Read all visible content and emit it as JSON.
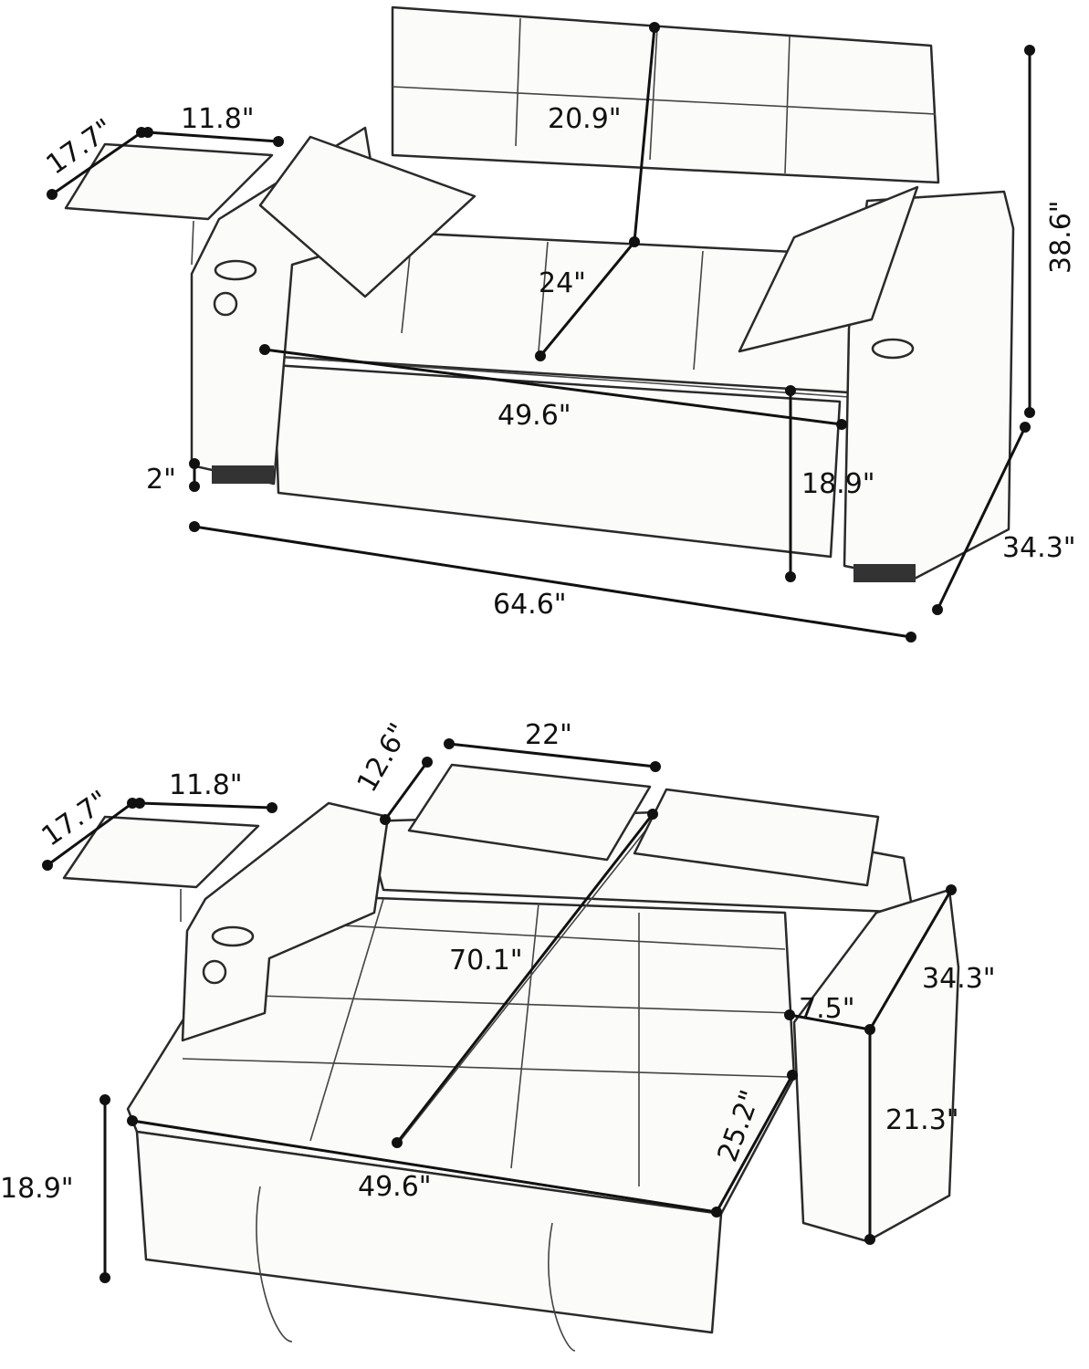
{
  "sofa_view": {
    "dimensions": {
      "tray_depth": "17.7\"",
      "tray_width": "11.8\"",
      "backrest_height": "20.9\"",
      "overall_height": "38.6\"",
      "seat_depth": "24\"",
      "seat_width": "49.6\"",
      "leg_height": "2\"",
      "seat_height": "18.9\"",
      "overall_depth": "34.3\"",
      "overall_width": "64.6\""
    }
  },
  "bed_view": {
    "dimensions": {
      "armrest_depth": "12.6\"",
      "pillow_width": "22\"",
      "tray_depth": "17.7\"",
      "tray_width": "11.8\"",
      "bed_length": "70.1\"",
      "arm_length": "34.3\"",
      "arm_width": "7.5\"",
      "footrest_depth": "25.2\"",
      "arm_height": "21.3\"",
      "bed_height": "18.9\"",
      "bed_width": "49.6\""
    }
  }
}
